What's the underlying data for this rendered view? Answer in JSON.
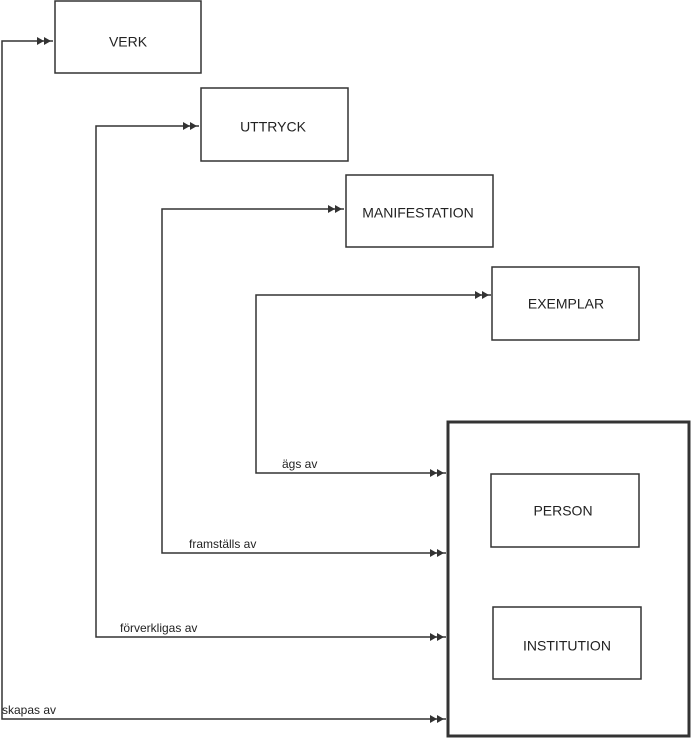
{
  "entities": {
    "verk": "VERK",
    "uttryck": "UTTRYCK",
    "manifestation": "MANIFESTATION",
    "exemplar": "EXEMPLAR",
    "person": "PERSON",
    "institution": "INSTITUTION"
  },
  "relations": {
    "ags_av": "ägs av",
    "framstalls_av": "framställs av",
    "forverkligas_av": "förverkligas av",
    "skapas_av": "skapas av"
  },
  "colors": {
    "line": "#333333",
    "text": "#222222",
    "background": "#ffffff"
  }
}
